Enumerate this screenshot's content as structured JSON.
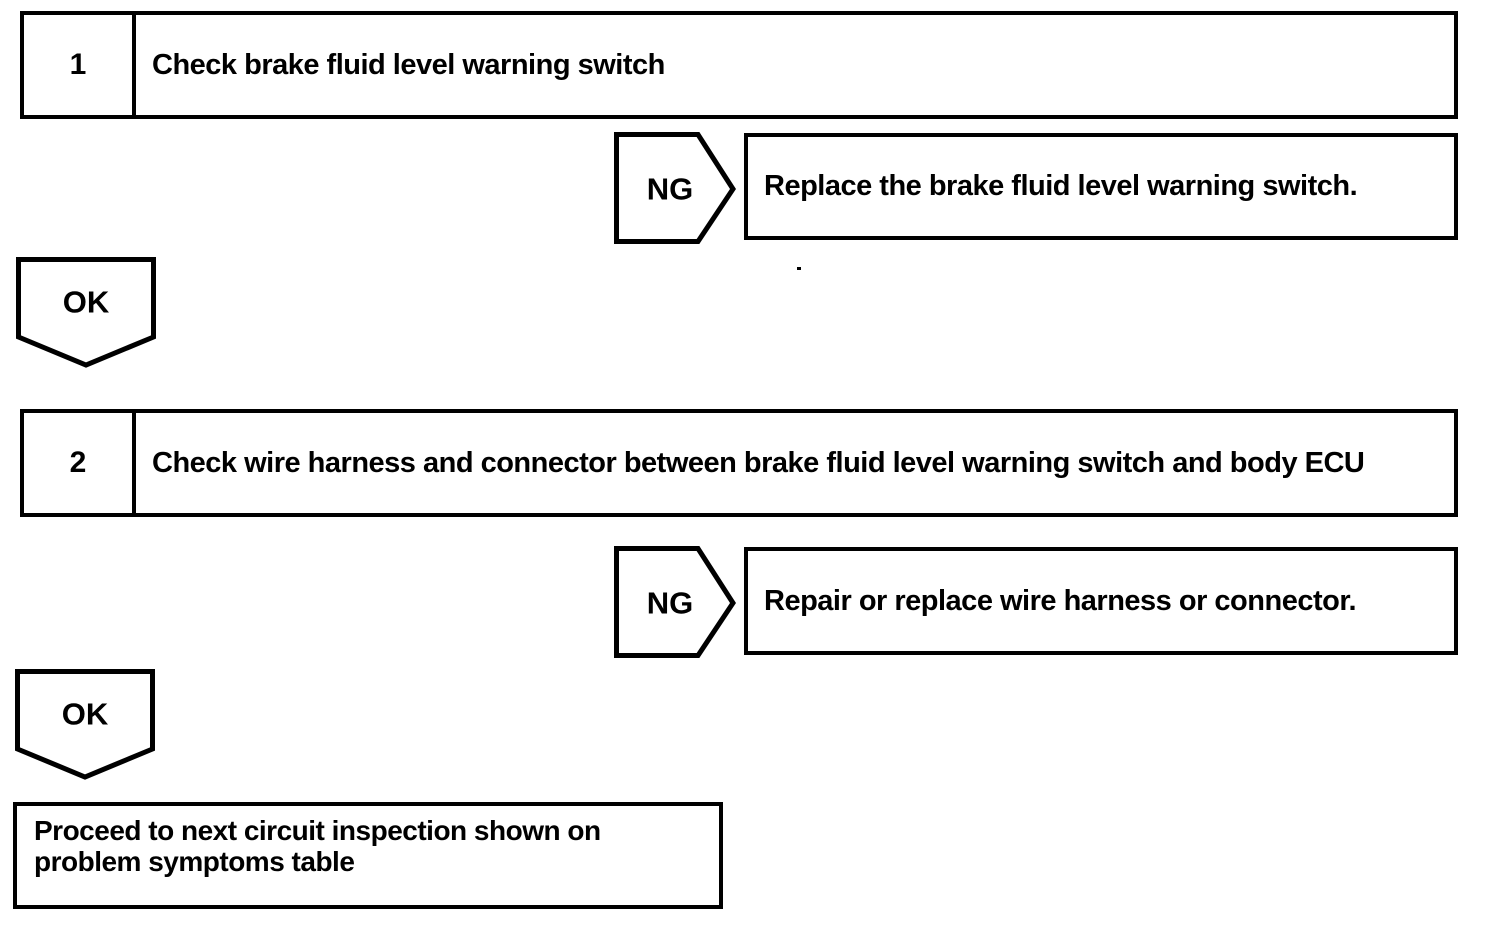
{
  "page": {
    "background_color": "#ffffff",
    "line_color": "#000000"
  },
  "flowchart": {
    "steps": [
      {
        "number": "1",
        "instruction": "Check brake fluid level warning switch",
        "ng_label": "NG",
        "ng_result": "Replace the brake fluid level warning switch.",
        "ok_label": "OK"
      },
      {
        "number": "2",
        "instruction": "Check wire harness and connector between brake fluid level warning switch and body ECU",
        "ng_label": "NG",
        "ng_result": "Repair or replace wire harness or connector.",
        "ok_label": "OK"
      }
    ],
    "final_action": "Proceed to next circuit inspection shown on problem symptoms table"
  }
}
